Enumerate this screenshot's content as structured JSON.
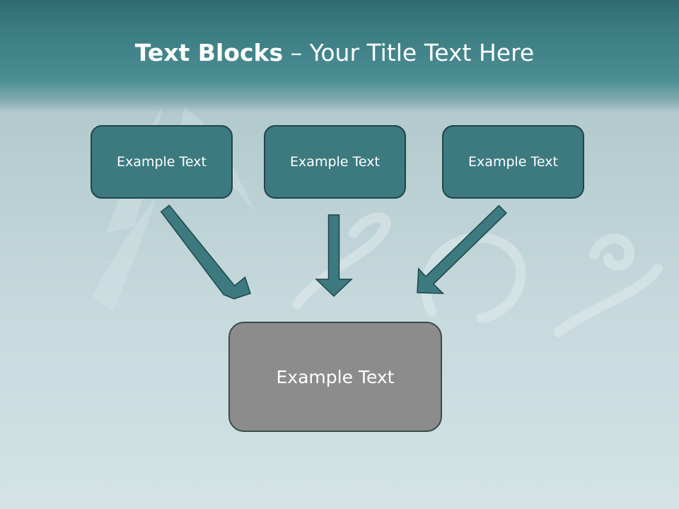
{
  "slide": {
    "title_bold": "Text Blocks",
    "title_separator": " – ",
    "title_rest": "Your Title Text Here"
  },
  "diagram": {
    "top_boxes": [
      {
        "label": "Example Text"
      },
      {
        "label": "Example Text"
      },
      {
        "label": "Example Text"
      }
    ],
    "bottom_box": {
      "label": "Example Text"
    },
    "arrow_color": "#3c7a80",
    "arrow_outline": "#1f4548"
  },
  "colors": {
    "header": "#3d7e84",
    "top_box_fill": "#3c7a80",
    "bottom_box_fill": "#8c8c8c"
  }
}
